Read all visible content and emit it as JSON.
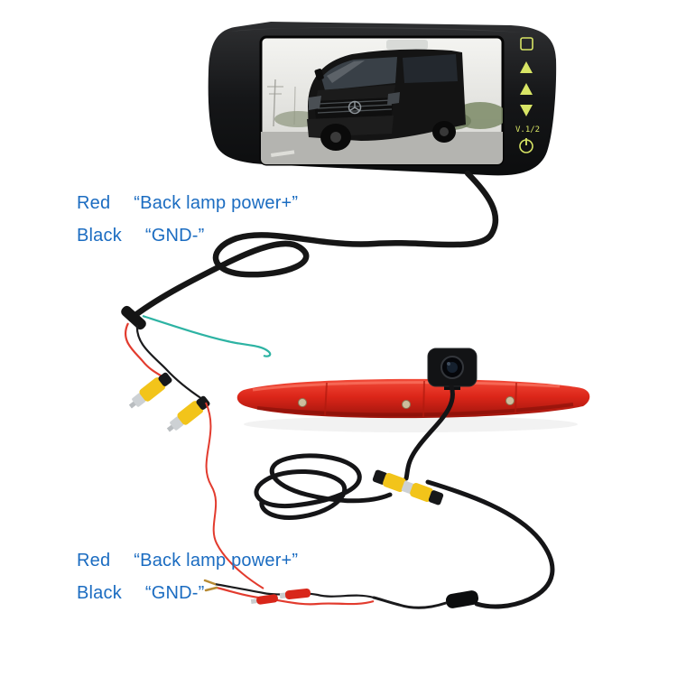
{
  "annotations": {
    "label_color": "#1b6cc1",
    "top": {
      "red_label": "Red",
      "red_value": "“Back lamp power+”",
      "black_label": "Black",
      "black_value": "“GND-”"
    },
    "bottom": {
      "red_label": "Red",
      "red_value": "“Back lamp power+”",
      "black_label": "Black",
      "black_value": "“GND-”"
    }
  },
  "monitor": {
    "channel_label": "V.1/2",
    "button_color": "#d8e565",
    "body_color": "#17181a"
  },
  "camera_kit": {
    "brake_bar_color": "#e02a1c",
    "rca_color": "#f2c41a",
    "red_wire": "#e23b2e",
    "black_wire": "#1a1a1a",
    "trigger_wire": "#2db3a3"
  }
}
